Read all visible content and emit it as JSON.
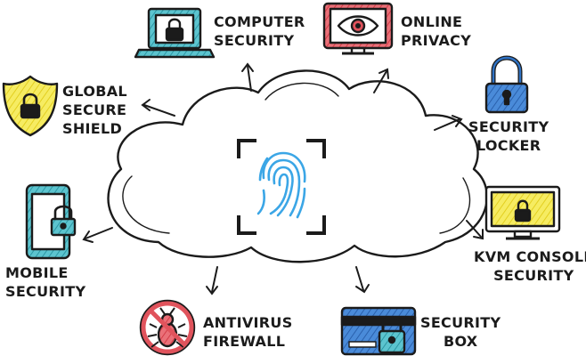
{
  "labels": {
    "computer_security": [
      "COMPUTER",
      "SECURITY"
    ],
    "online_privacy": [
      "ONLINE",
      "PRIVACY"
    ],
    "global_secure_shield": [
      "GLOBAL",
      "SECURE",
      "SHIELD"
    ],
    "security_locker": [
      "SECURITY",
      "LOCKER"
    ],
    "mobile_security": [
      "MOBILE",
      "SECURITY"
    ],
    "kvm_console_security": [
      "KVM CONSOLE",
      "SECURITY"
    ],
    "antivirus_firewall": [
      "ANTIVIRUS",
      "FIREWALL"
    ],
    "security_box": [
      "SECURITY",
      "BOX"
    ]
  },
  "icons": {
    "center": "fingerprint-icon",
    "computer_security": "laptop-lock-icon",
    "online_privacy": "monitor-eye-icon",
    "global_secure_shield": "shield-lock-icon",
    "security_locker": "padlock-icon",
    "mobile_security": "phone-lock-icon",
    "kvm_console_security": "monitor-lock-icon",
    "antivirus_firewall": "no-bug-icon",
    "security_box": "card-lock-icon"
  },
  "colors": {
    "outline": "#1b1b1b",
    "teal": "#2ea8b5",
    "red": "#e0535c",
    "yellow": "#f2e33a",
    "blue": "#2f72c4",
    "fingerprint": "#3ba6e6"
  }
}
